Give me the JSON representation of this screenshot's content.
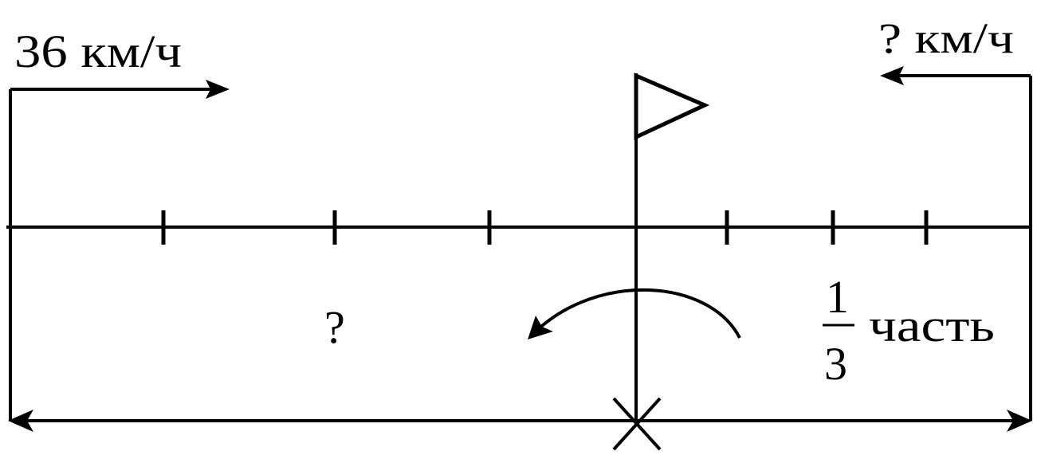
{
  "left_speed": {
    "label": "36 км/ч"
  },
  "right_speed": {
    "label": "? км/ч"
  },
  "unknown_part": {
    "label": "?"
  },
  "fraction": {
    "numerator": "1",
    "denominator": "3",
    "word": "часть"
  },
  "colors": {
    "stroke": "#000000",
    "background": "#ffffff"
  }
}
